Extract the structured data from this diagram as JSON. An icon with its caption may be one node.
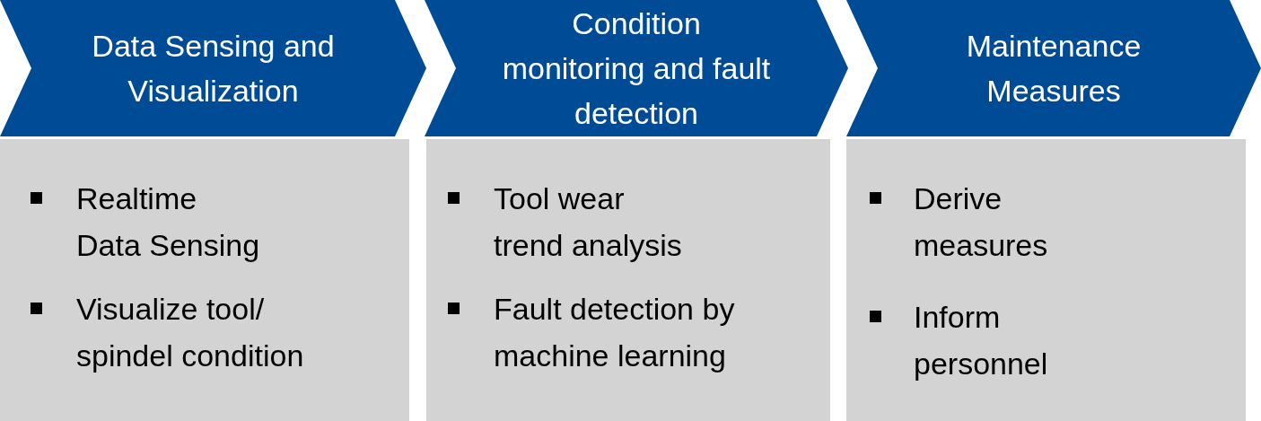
{
  "diagram": {
    "nodes": [
      {
        "text": [
          "Data Sensing and Visualization"
        ]
      },
      {
        "text": [
          "Condition monitoring and fault detection"
        ]
      },
      {
        "text": [
          "Maintenance Measures"
        ]
      },
      {
        "text": [
          "Realtime Data Sensing",
          "Visualize tool/ spindel condition"
        ]
      },
      {
        "text": [
          "Tool wear trend analysis",
          "Fault detection by machine learning"
        ]
      },
      {
        "text": [
          "Derive measures",
          "Inform personnel"
        ]
      }
    ]
  }
}
